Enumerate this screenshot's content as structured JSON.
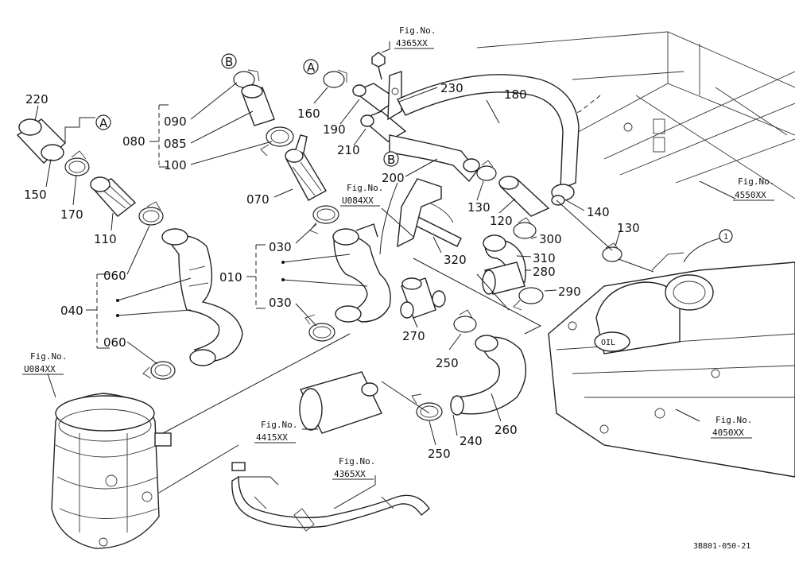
{
  "diagram": {
    "part_numbers": {
      "p220": "220",
      "p150": "150",
      "p170": "170",
      "p110": "110",
      "p060a": "060",
      "p040": "040",
      "p060b": "060",
      "p080": "080",
      "p090": "090",
      "p085": "085",
      "p100": "100",
      "p070": "070",
      "p010": "010",
      "p030a": "030",
      "p030b": "030",
      "p160": "160",
      "p190": "190",
      "p210": "210",
      "p200": "200",
      "p230": "230",
      "p180": "180",
      "p130a": "130",
      "p120": "120",
      "p140": "140",
      "p130b": "130",
      "p300": "300",
      "p310": "310",
      "p280": "280",
      "p290": "290",
      "p320": "320",
      "p270": "270",
      "p250a": "250",
      "p260": "260",
      "p240": "240",
      "p250b": "250"
    },
    "markers": {
      "a1": "A",
      "a2": "A",
      "b1": "B",
      "b2": "B",
      "circle1": "1"
    },
    "fig_refs": {
      "f4365_top": {
        "line1": "Fig.No.",
        "line2": "4365XX"
      },
      "fu084_mid": {
        "line1": "Fig.No.",
        "line2": "U084XX"
      },
      "f4550": {
        "line1": "Fig.No.",
        "line2": "4550XX"
      },
      "fu084_left": {
        "line1": "Fig.No.",
        "line2": "U084XX"
      },
      "f4415": {
        "line1": "Fig.No.",
        "line2": "4415XX"
      },
      "f4365_bot": {
        "line1": "Fig.No.",
        "line2": "4365XX"
      },
      "f4050": {
        "line1": "Fig.No.",
        "line2": "4050XX"
      }
    },
    "drawing_code": "3B801-050-21"
  }
}
